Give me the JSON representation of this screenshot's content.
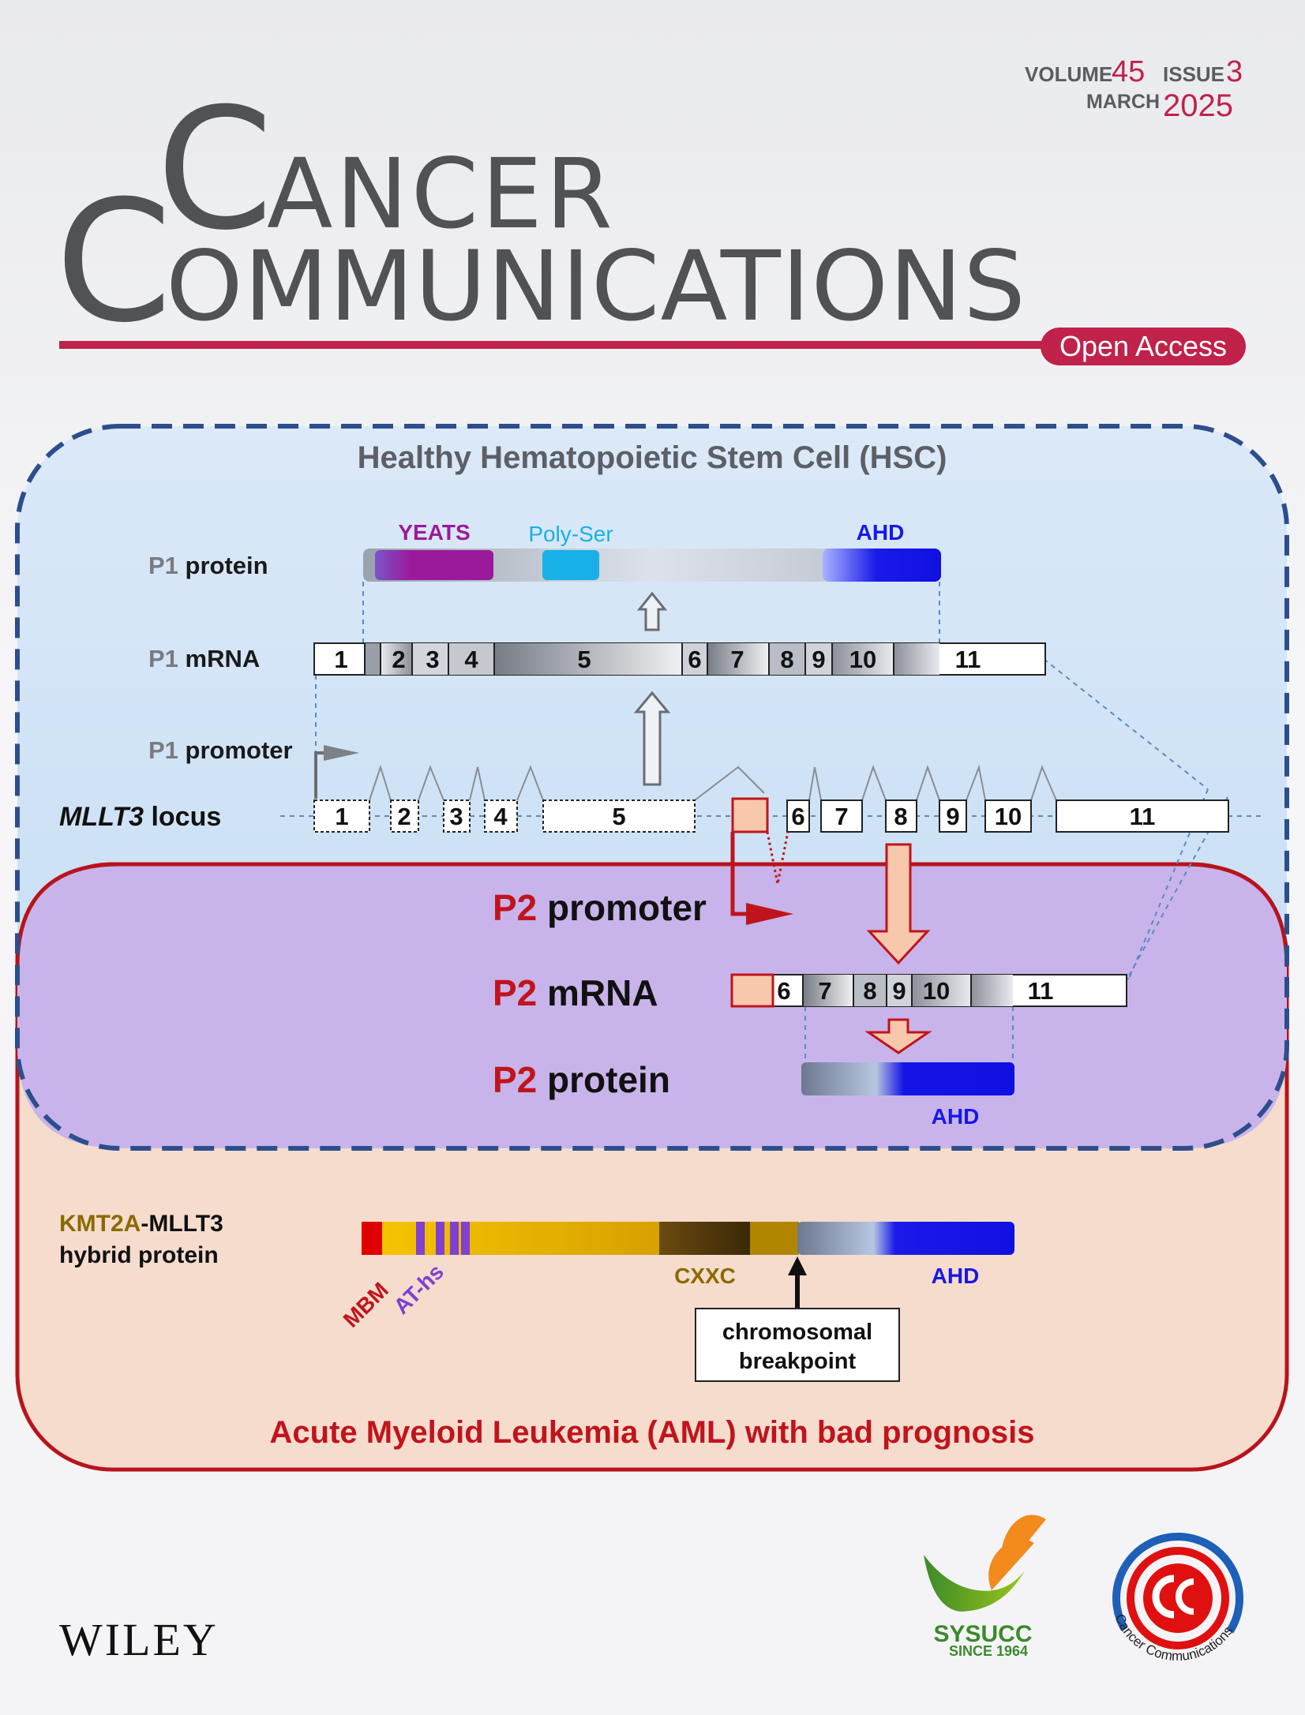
{
  "masthead": {
    "volume_label": "VOLUME",
    "volume_number": "45",
    "issue_label": "ISSUE",
    "issue_number": "3",
    "month": "MARCH",
    "year": "2025",
    "title_line1_initial": "C",
    "title_line1_rest": "ANCER",
    "title_line2_initial": "C",
    "title_line2_rest": "OMMUNICATIONS",
    "open_access": "Open Access"
  },
  "hsc": {
    "title": "Healthy Hematopoietic Stem Cell (HSC)",
    "p1_protein_label_prefix": "P1",
    "p1_protein_label": " protein",
    "p1_mrna_label_prefix": "P1",
    "p1_mrna_label": " mRNA",
    "p1_promoter_label_prefix": "P1",
    "p1_promoter_label": " promoter",
    "locus_label_gene": "MLLT3",
    "locus_label": " locus",
    "domains": [
      "YEATS",
      "Poly-Ser",
      "AHD"
    ],
    "p1_mrna_exons": [
      "1",
      "2",
      "3",
      "4",
      "5",
      "6",
      "7",
      "8",
      "9",
      "10",
      "11"
    ],
    "locus_exons": [
      "1",
      "2",
      "3",
      "4",
      "5",
      "6",
      "7",
      "8",
      "9",
      "10",
      "11"
    ]
  },
  "p2": {
    "promoter_prefix": "P2",
    "promoter_label": " promoter",
    "mrna_prefix": "P2",
    "mrna_label": " mRNA",
    "protein_prefix": "P2",
    "protein_label": " protein",
    "mrna_exons": [
      "6",
      "7",
      "8",
      "9",
      "10",
      "11"
    ],
    "protein_domain": "AHD"
  },
  "aml": {
    "hybrid_label_a": "KMT2A",
    "hybrid_label_b": "-MLLT3",
    "hybrid_label_line2": "hybrid protein",
    "domains": [
      "MBM",
      "AT-hs",
      "CXXC",
      "AHD"
    ],
    "breakpoint_line1": "chromosomal",
    "breakpoint_line2": "breakpoint",
    "title": "Acute Myeloid Leukemia (AML) with bad prognosis"
  },
  "footer": {
    "publisher": "WILEY",
    "sysucc_name": "SYSUCC",
    "sysucc_since": "SINCE 1964",
    "cc_logo_text": "Cancer Communications"
  },
  "colors": {
    "brand_red": "#c0224a",
    "hsc_bg": "#cfe4f7",
    "p2_bg": "#c7b3ea",
    "aml_bg": "#f6dccd",
    "dashed_border": "#2d4e8c",
    "dark_red": "#c0141c",
    "yeats": "#9b1a9b",
    "polyser": "#18b0e8",
    "ahd": "#1818e8",
    "kmt2a": "#8a6a00"
  }
}
